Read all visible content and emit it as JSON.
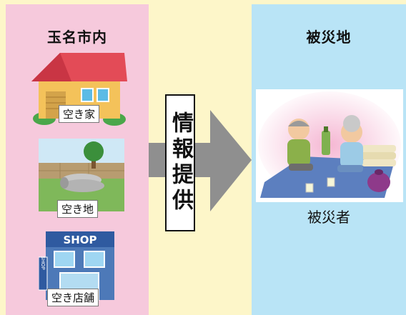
{
  "left_panel": {
    "title": "玉名市内",
    "items": [
      {
        "label": "空き家",
        "icon": "house-icon"
      },
      {
        "label": "空き地",
        "icon": "vacant-lot-icon"
      },
      {
        "label": "空き店舗",
        "icon": "vacant-shop-icon"
      }
    ],
    "shop_sign": "SHOP",
    "shop_side_sign": "SHOP"
  },
  "center": {
    "info_label": "情報提供",
    "arrow_color": "#8f8f8f"
  },
  "right_panel": {
    "title": "被災地",
    "victim_label": "被災者",
    "icon": "evacuees-icon"
  },
  "colors": {
    "background": "#fdf6c9",
    "left_panel": "#f6c9dc",
    "right_panel": "#b9e4f6"
  }
}
